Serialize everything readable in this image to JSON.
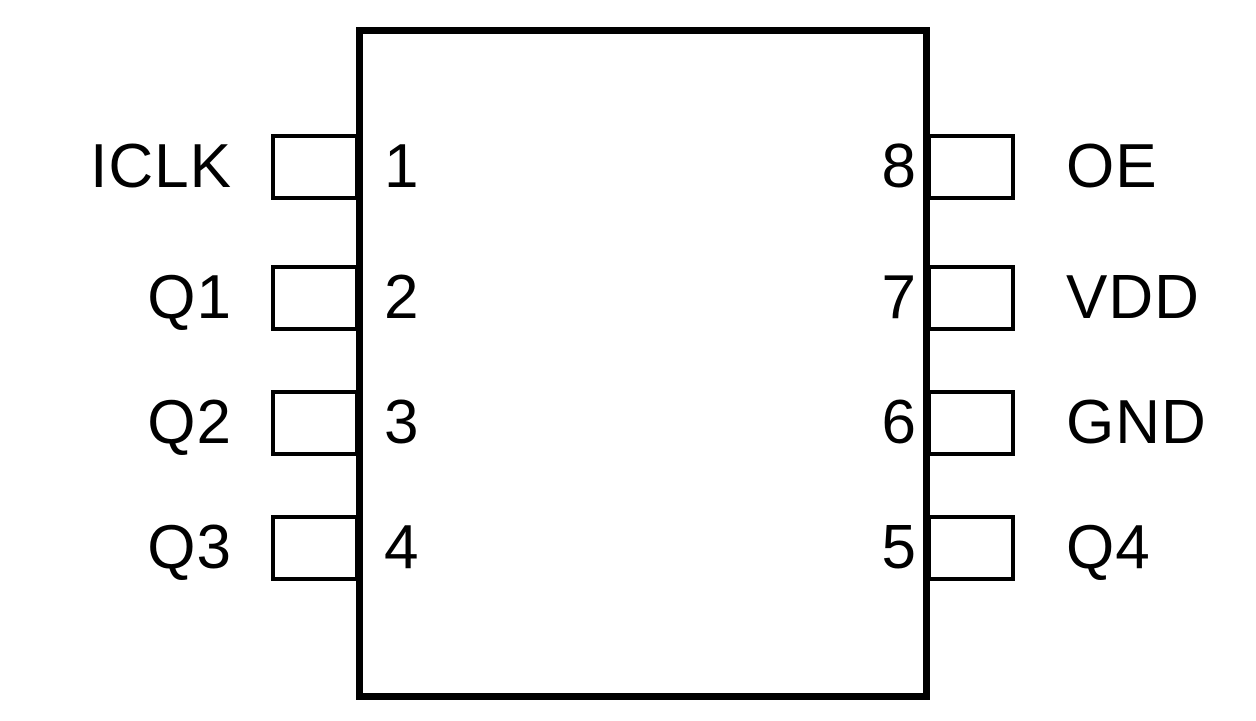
{
  "diagram": {
    "type": "ic-pinout",
    "package_pin_count": 8,
    "background_color": "#ffffff",
    "line_color": "#000000",
    "text_color": "#000000",
    "body": {
      "fill": "#ffffff",
      "border_color": "#000000"
    },
    "pins": {
      "left": [
        {
          "number": "1",
          "label": "ICLK",
          "row": 0
        },
        {
          "number": "2",
          "label": "Q1",
          "row": 1
        },
        {
          "number": "3",
          "label": "Q2",
          "row": 2
        },
        {
          "number": "4",
          "label": "Q3",
          "row": 3
        }
      ],
      "right": [
        {
          "number": "8",
          "label": "OE",
          "row": 0
        },
        {
          "number": "7",
          "label": "VDD",
          "row": 1
        },
        {
          "number": "6",
          "label": "GND",
          "row": 2
        },
        {
          "number": "5",
          "label": "Q4",
          "row": 3
        }
      ]
    },
    "row_tops": [
      134,
      265,
      390,
      515
    ]
  }
}
